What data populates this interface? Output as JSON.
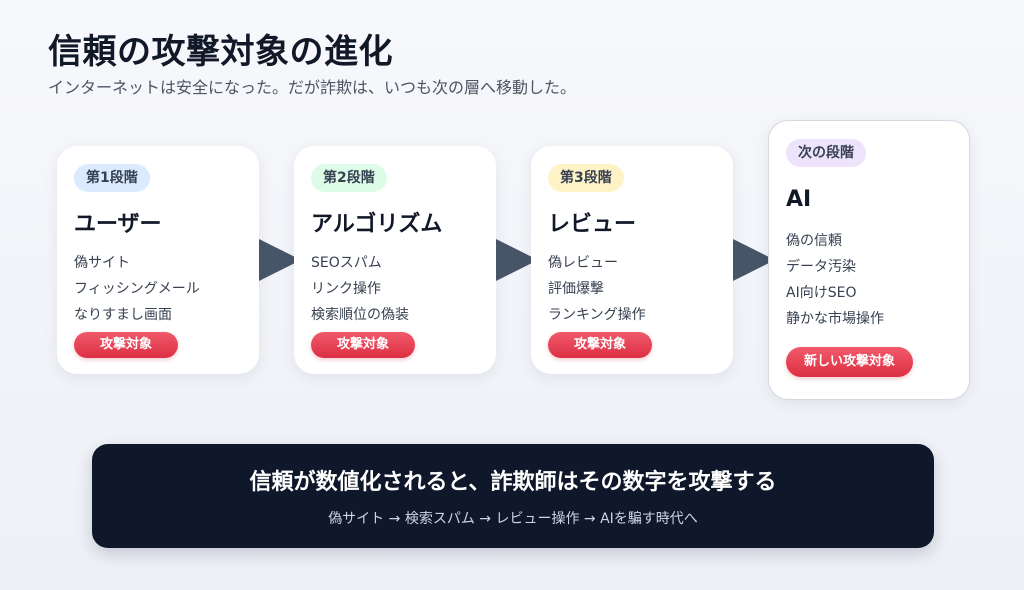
{
  "header": {
    "title": "信頼の攻撃対象の進化",
    "subtitle": "インターネットは安全になった。だが詐欺は、いつも次の層へ移動した。"
  },
  "stages": [
    {
      "badge": "第1段階",
      "badge_color": "#dbeafe",
      "title": "ユーザー",
      "items": [
        "偽サイト",
        "フィッシングメール",
        "なりすまし画面"
      ],
      "pill": "攻撃対象"
    },
    {
      "badge": "第2段階",
      "badge_color": "#dcfce7",
      "title": "アルゴリズム",
      "items": [
        "SEOスパム",
        "リンク操作",
        "検索順位の偽装"
      ],
      "pill": "攻撃対象"
    },
    {
      "badge": "第3段階",
      "badge_color": "#fef3c7",
      "title": "レビュー",
      "items": [
        "偽レビュー",
        "評価爆撃",
        "ランキング操作"
      ],
      "pill": "攻撃対象"
    },
    {
      "badge": "次の段階",
      "badge_color": "#ede4fb",
      "title": "AI",
      "items": [
        "偽の信頼",
        "データ汚染",
        "AI向けSEO",
        "静かな市場操作"
      ],
      "pill": "新しい攻撃対象"
    }
  ],
  "colors": {
    "pill": "#e23a4e",
    "arrow": "#475569",
    "banner": "#0f172a"
  },
  "banner": {
    "main": "信頼が数値化されると、詐欺師はその数字を攻撃する",
    "sub": "偽サイト → 検索スパム → レビュー操作 → AIを騙す時代へ"
  }
}
